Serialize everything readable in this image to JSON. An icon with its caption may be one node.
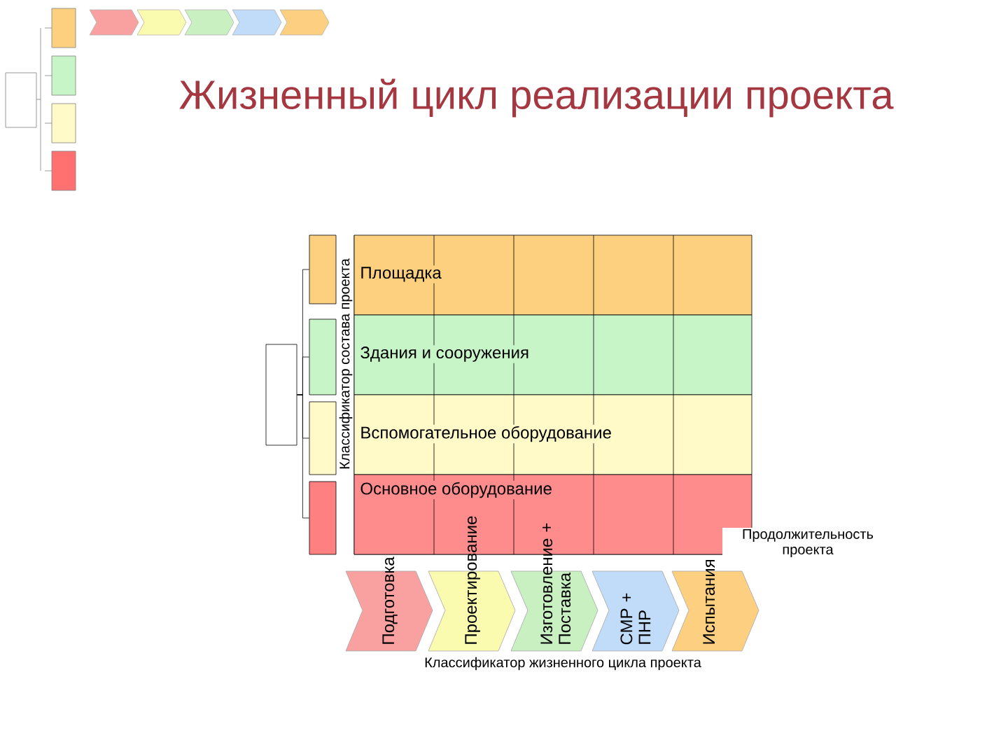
{
  "diagram": {
    "title": "Жизненный цикл реализации проекта",
    "nodes": [
      {
        "text": [
          "Площадка"
        ]
      },
      {
        "text": [
          "Здания и сооружения"
        ]
      },
      {
        "text": [
          "Вспомогательное оборудование"
        ]
      },
      {
        "text": [
          "Основное оборудование"
        ]
      },
      {
        "text": [
          "Подготовка"
        ]
      },
      {
        "text": [
          "Проектирование"
        ]
      },
      {
        "text": [
          "Изготовление + Поставка"
        ]
      },
      {
        "text": [
          "СМР + ПНР"
        ]
      },
      {
        "text": [
          "Испытания"
        ]
      },
      {
        "text": [],
        "shape": "box"
      },
      {
        "text": [],
        "shape": "box"
      },
      {
        "text": [],
        "shape": "box"
      },
      {
        "text": [],
        "shape": "box"
      },
      {
        "text": [],
        "shape": "box"
      }
    ],
    "edges": [
      {
        "from": 13,
        "to": 9,
        "arrow": "none"
      },
      {
        "from": 13,
        "to": 10,
        "arrow": "none"
      },
      {
        "from": 13,
        "to": 11,
        "arrow": "none"
      },
      {
        "from": 13,
        "to": 12,
        "arrow": "none"
      }
    ],
    "labels": [
      "Классификатор состава проекта",
      "Продолжительность проекта",
      "Классификатор жизненного цикла проекта"
    ]
  }
}
